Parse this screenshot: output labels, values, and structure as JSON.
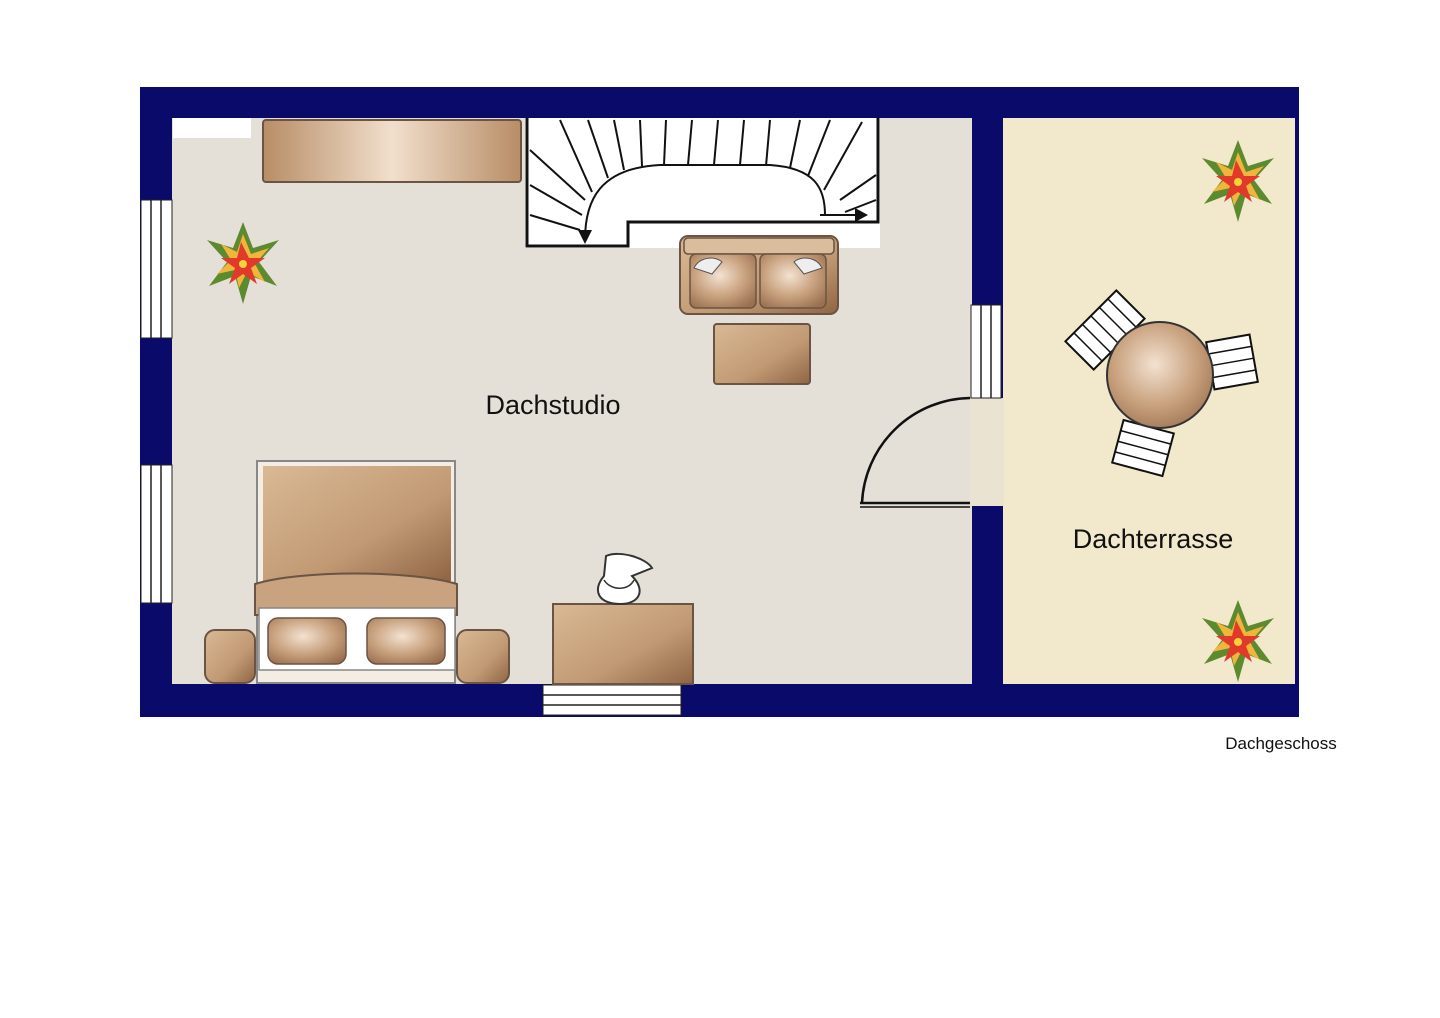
{
  "rooms": {
    "studio": "Dachstudio",
    "terrace": "Dachterrasse"
  },
  "floor_name": "Dachgeschoss",
  "colors": {
    "wall": "#0a0a6b",
    "studio_floor": "#e5e0d7",
    "terrace_floor": "#f2e8cc",
    "furniture": "#c49c78",
    "window": "#ffffff"
  },
  "icons": [
    "plant-icon",
    "stairs-icon",
    "door-swing-icon",
    "window-icon"
  ]
}
